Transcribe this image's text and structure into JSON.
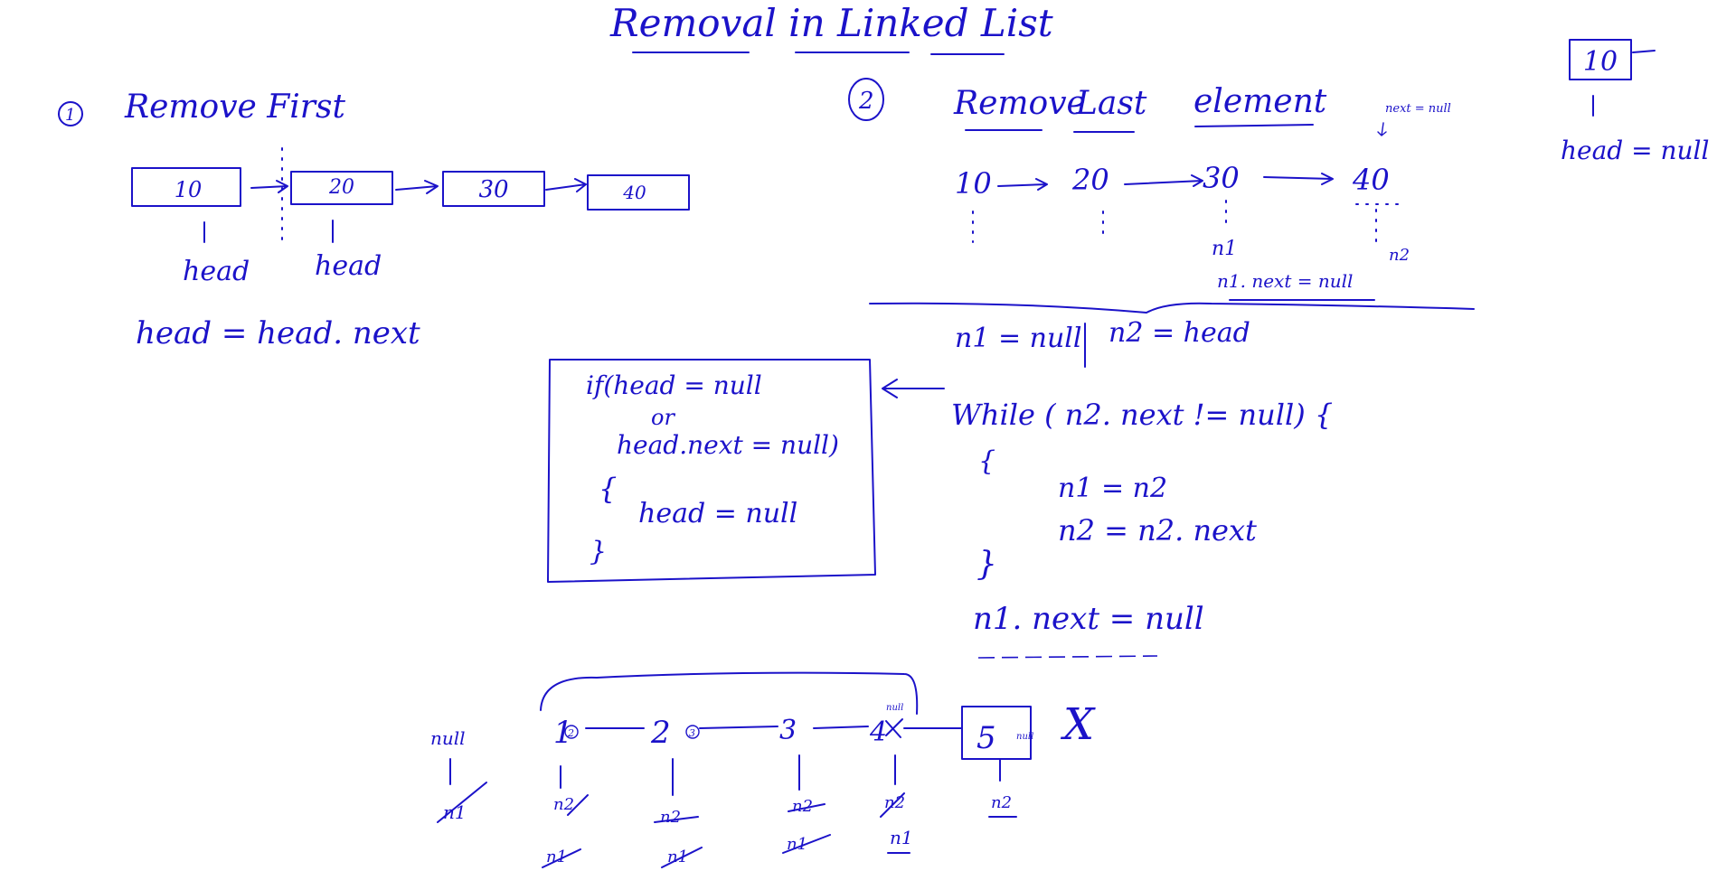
{
  "title": "Removal in Linked List",
  "section1": {
    "number": "1",
    "heading": "Remove First",
    "nodes": [
      "10",
      "20",
      "30",
      "40"
    ],
    "head_old": "head",
    "head_new": "head",
    "statement": "head = head. next"
  },
  "corner": {
    "node": "10",
    "pointer": "head = null"
  },
  "section2": {
    "number": "2",
    "heading_words": [
      "Remove",
      "Last",
      "element"
    ],
    "note_top": "next = null",
    "nodes": [
      "10",
      "20",
      "30",
      "40"
    ],
    "ptr_n1": "n1",
    "ptr_n2": "n2",
    "assign_note": "n1. next = null",
    "init_left": "n1 = null",
    "init_right": "n2 = head",
    "loop": {
      "header": "While ( n2. next != null) {",
      "open": "{",
      "line1": "n1 = n2",
      "line2": "n2 = n2. next",
      "close": "}"
    },
    "after": "n1. next = null"
  },
  "edge_case": {
    "line1": "if(head = null",
    "line2": "or",
    "line3": "head.next = null)",
    "open": "{",
    "body": "head = null",
    "close": "}"
  },
  "trace": {
    "null_label": "null",
    "nodes": [
      "1",
      "2",
      "3",
      "4",
      "5"
    ],
    "markers": [
      "2",
      "3"
    ],
    "next_null_note": "null",
    "box_note": "null",
    "cross": "X",
    "null_pointer_struck": "n1",
    "row_n2": [
      "n2",
      "n2",
      "n2",
      "n2",
      "n2"
    ],
    "row_n1": [
      "n1",
      "n1",
      "n1",
      "n1"
    ]
  }
}
